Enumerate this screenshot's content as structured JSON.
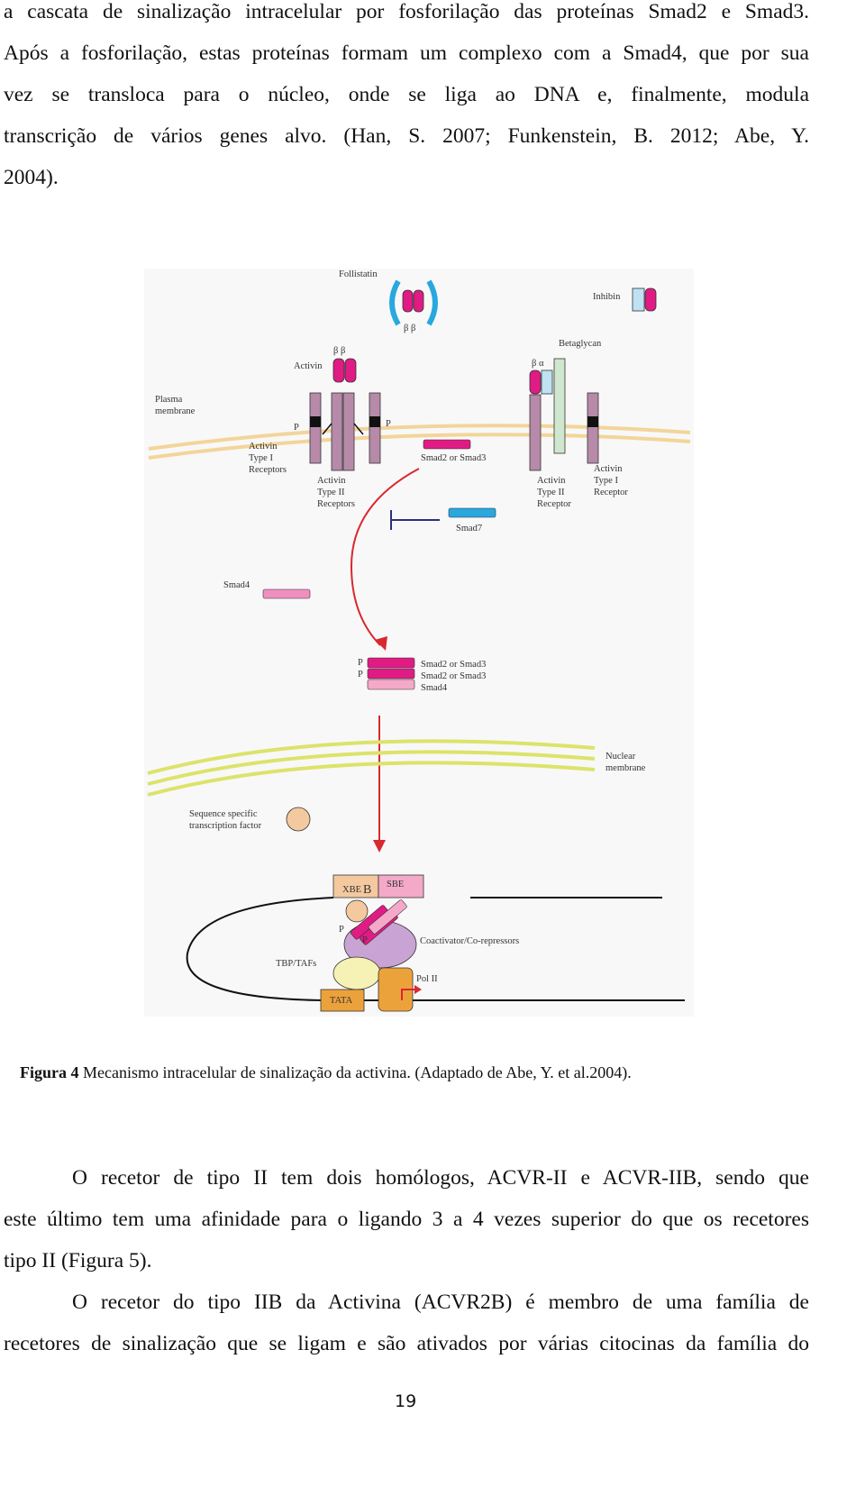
{
  "paragraph_top": {
    "lines": [
      "a cascata de sinalização intracelular por fosforilação das proteínas Smad2 e Smad3.",
      "Após a fosforilação, estas proteínas formam um complexo com a Smad4, que por sua",
      "vez se transloca para o núcleo, onde se liga ao DNA e, finalmente, modula",
      "transcrição de vários genes alvo. (Han, S. 2007; Funkenstein, B. 2012; Abe, Y.",
      "2004)."
    ]
  },
  "figure": {
    "labels": {
      "follistatin": "Follistatin",
      "inhibin": "Inhibin",
      "betaglycan": "Betaglycan",
      "activin": "Activin",
      "plasma_membrane_1": "Plasma",
      "plasma_membrane_2": "membrane",
      "beta_beta_top": "β β",
      "beta_beta_activin": "β β",
      "beta_alpha": "β α",
      "p_left": "P",
      "p_right": "P",
      "act_type1_l1": "Activin",
      "act_type1_l2": "Type I",
      "act_type1_l3": "Receptors",
      "act_type2_l1": "Activin",
      "act_type2_l2": "Type II",
      "act_type2_l3": "Receptors",
      "smad23_cyto": "Smad2 or Smad3",
      "act_type2r_l1": "Activin",
      "act_type2r_l2": "Type II",
      "act_type2r_l3": "Receptor",
      "act_type1r_l1": "Activin",
      "act_type1r_l2": "Type I",
      "act_type1r_l3": "Receptor",
      "smad7": "Smad7",
      "smad4": "Smad4",
      "cplx_p1": "P",
      "cplx_p2": "P",
      "cplx_smad_a": "Smad2 or Smad3",
      "cplx_smad_b": "Smad2 or Smad3",
      "cplx_smad4": "Smad4",
      "nuclear_1": "Nuclear",
      "nuclear_2": "membrane",
      "seq_tf_1": "Sequence specific",
      "seq_tf_2": "transcription factor",
      "xbe": "XBE",
      "xbe_b": "B",
      "sbe": "SBE",
      "dna_p1": "P",
      "dna_p2": "P",
      "coactivator": "Coactivator/Co-repressors",
      "tbp": "TBP/TAFs",
      "pol2": "Pol II",
      "tata": "TATA"
    },
    "colors": {
      "magenta": "#e01b84",
      "pink": "#ef8fc0",
      "light_pink": "#f4a9c8",
      "blue": "#29a8e0",
      "light_blue": "#bfe2f2",
      "membrane_yellow": "#f3d59a",
      "nuclear_green": "#dce36a",
      "arrow_red": "#d9282e",
      "receptor_mauve": "#b78aa9",
      "lilac": "#c9a3d3",
      "orange": "#eca23b",
      "pale_yellow": "#f6f1b4",
      "peach": "#f4c9a0"
    }
  },
  "caption": {
    "label": "Figura  4",
    "text": " Mecanismo intracelular de sinalização da activina. (Adaptado de Abe, Y. et al.2004)."
  },
  "paragraph_bottom": {
    "lines": [
      "O recetor de tipo II tem dois homólogos, ACVR-II e ACVR-IIB, sendo que",
      "este último tem uma afinidade para o ligando 3 a 4 vezes superior do que os recetores",
      "tipo II (Figura 5).",
      "O recetor do tipo IIB da Activina (ACVR2B) é membro de uma família de",
      "recetores de sinalização que se ligam e são ativados por várias citocinas da família do"
    ]
  },
  "page_number": "19"
}
